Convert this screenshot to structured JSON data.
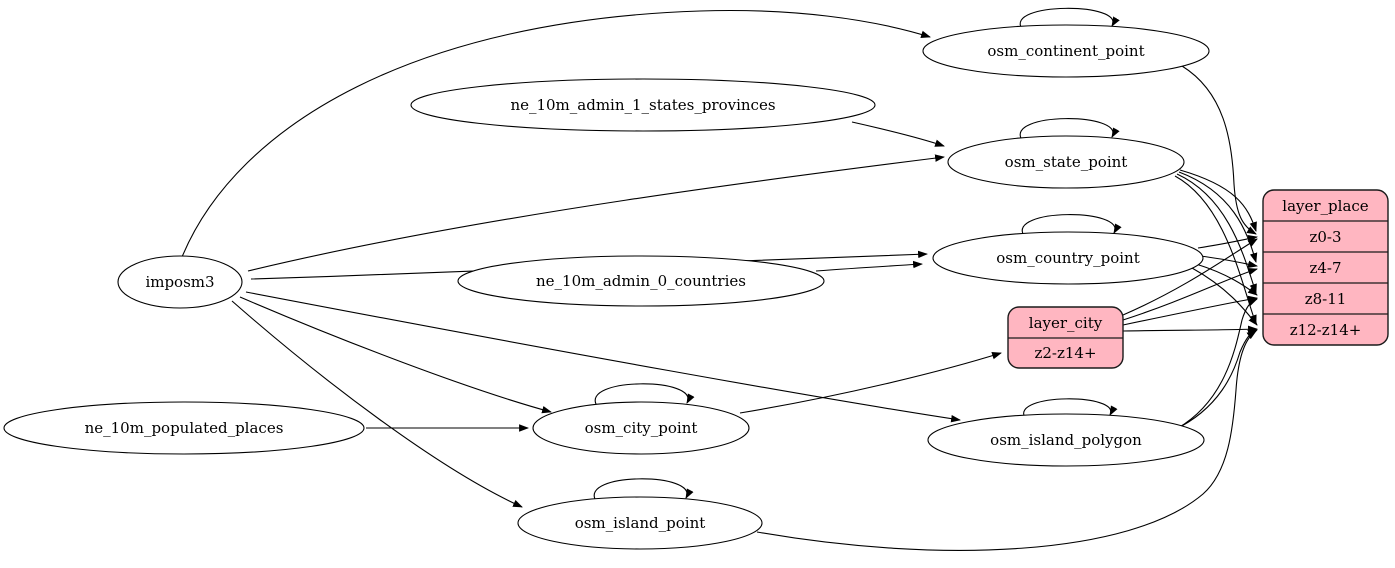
{
  "diagram": {
    "kind": "graphviz-etl-flow-diagram",
    "background_color": "#ffffff",
    "edge_color": "#000000",
    "table_node_fill": "#ffffff",
    "layer_node_fill": "#ffb6c1"
  },
  "nodes": {
    "imposm3": {
      "label": "imposm3",
      "shape": "ellipse"
    },
    "ne_10m_admin_1_states_provinces": {
      "label": "ne_10m_admin_1_states_provinces",
      "shape": "ellipse"
    },
    "ne_10m_admin_0_countries": {
      "label": "ne_10m_admin_0_countries",
      "shape": "ellipse"
    },
    "ne_10m_populated_places": {
      "label": "ne_10m_populated_places",
      "shape": "ellipse"
    },
    "osm_continent_point": {
      "label": "osm_continent_point",
      "shape": "ellipse",
      "self_loop": true
    },
    "osm_state_point": {
      "label": "osm_state_point",
      "shape": "ellipse",
      "self_loop": true
    },
    "osm_country_point": {
      "label": "osm_country_point",
      "shape": "ellipse",
      "self_loop": true
    },
    "osm_city_point": {
      "label": "osm_city_point",
      "shape": "ellipse",
      "self_loop": true
    },
    "osm_island_polygon": {
      "label": "osm_island_polygon",
      "shape": "ellipse",
      "self_loop": true
    },
    "osm_island_point": {
      "label": "osm_island_point",
      "shape": "ellipse",
      "self_loop": true
    }
  },
  "records": {
    "layer_place": {
      "title": "layer_place",
      "rows": [
        "z0-3",
        "z4-7",
        "z8-11",
        "z12-z14+"
      ]
    },
    "layer_city": {
      "title": "layer_city",
      "rows": [
        "z2-z14+"
      ]
    }
  },
  "edges": [
    {
      "from": "imposm3",
      "to": "osm_continent_point"
    },
    {
      "from": "imposm3",
      "to": "osm_state_point"
    },
    {
      "from": "imposm3",
      "to": "osm_country_point"
    },
    {
      "from": "imposm3",
      "to": "osm_city_point"
    },
    {
      "from": "imposm3",
      "to": "osm_island_polygon"
    },
    {
      "from": "imposm3",
      "to": "osm_island_point"
    },
    {
      "from": "ne_10m_admin_1_states_provinces",
      "to": "osm_state_point"
    },
    {
      "from": "ne_10m_admin_0_countries",
      "to": "osm_country_point"
    },
    {
      "from": "ne_10m_populated_places",
      "to": "osm_city_point"
    },
    {
      "from": "osm_continent_point",
      "to": "osm_continent_point"
    },
    {
      "from": "osm_state_point",
      "to": "osm_state_point"
    },
    {
      "from": "osm_country_point",
      "to": "osm_country_point"
    },
    {
      "from": "osm_city_point",
      "to": "osm_city_point"
    },
    {
      "from": "osm_island_polygon",
      "to": "osm_island_polygon"
    },
    {
      "from": "osm_island_point",
      "to": "osm_island_point"
    },
    {
      "from": "osm_continent_point",
      "to": "layer_place",
      "to_row": "z0-3"
    },
    {
      "from": "osm_state_point",
      "to": "layer_place",
      "to_row": "z0-3"
    },
    {
      "from": "osm_state_point",
      "to": "layer_place",
      "to_row": "z4-7"
    },
    {
      "from": "osm_state_point",
      "to": "layer_place",
      "to_row": "z8-11"
    },
    {
      "from": "osm_state_point",
      "to": "layer_place",
      "to_row": "z12-z14+"
    },
    {
      "from": "osm_country_point",
      "to": "layer_place",
      "to_row": "z0-3"
    },
    {
      "from": "osm_country_point",
      "to": "layer_place",
      "to_row": "z4-7"
    },
    {
      "from": "osm_country_point",
      "to": "layer_place",
      "to_row": "z8-11"
    },
    {
      "from": "osm_country_point",
      "to": "layer_place",
      "to_row": "z12-z14+"
    },
    {
      "from": "osm_city_point",
      "to": "layer_city",
      "to_row": "z2-z14+"
    },
    {
      "from": "layer_city",
      "to": "layer_place",
      "to_row": "z0-3"
    },
    {
      "from": "layer_city",
      "to": "layer_place",
      "to_row": "z4-7"
    },
    {
      "from": "layer_city",
      "to": "layer_place",
      "to_row": "z8-11"
    },
    {
      "from": "layer_city",
      "to": "layer_place",
      "to_row": "z12-z14+"
    },
    {
      "from": "osm_island_polygon",
      "to": "layer_place",
      "to_row": "z8-11"
    },
    {
      "from": "osm_island_polygon",
      "to": "layer_place",
      "to_row": "z12-z14+"
    },
    {
      "from": "osm_island_point",
      "to": "layer_place",
      "to_row": "z12-z14+"
    }
  ]
}
